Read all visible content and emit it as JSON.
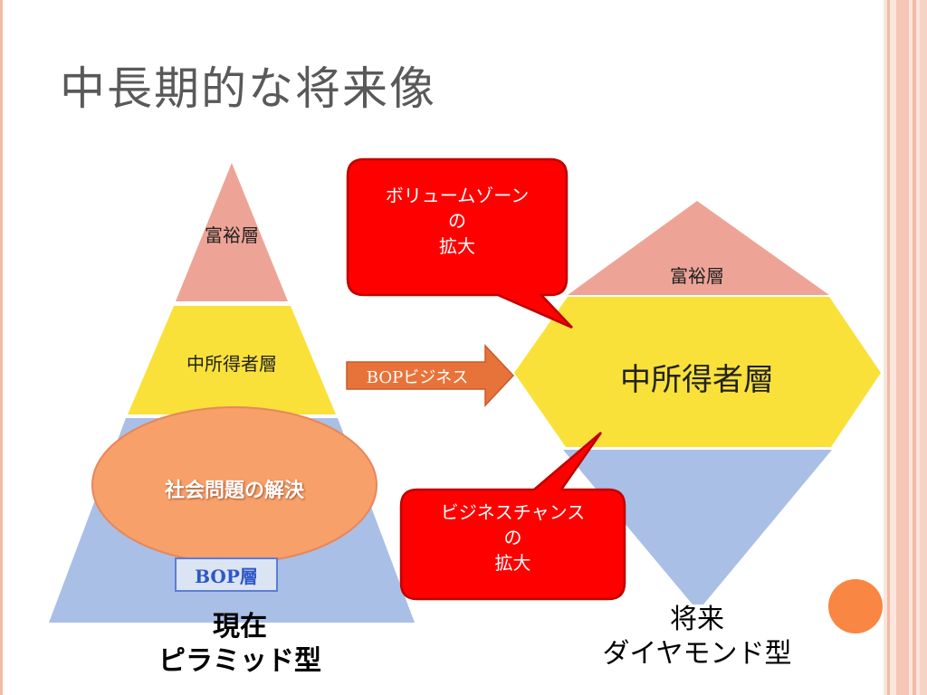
{
  "slide": {
    "title": "中長期的な将来像"
  },
  "current_pyramid": {
    "top_layer_label": "富裕層",
    "middle_layer_label": "中所得者層",
    "bottom_layer_label": "BOP層",
    "caption_line1": "現在",
    "caption_line2": "ピラミッド型"
  },
  "social_issue_ellipse": {
    "label": "社会問題の解決"
  },
  "transition_arrow": {
    "label": "BOPビジネス"
  },
  "future_diamond": {
    "top_layer_label": "富裕層",
    "middle_layer_label": "中所得者層",
    "caption_line1": "将来",
    "caption_line2": "ダイヤモンド型"
  },
  "callout_top": {
    "line1": "ボリュームゾーン",
    "line2": "の",
    "line3": "拡大"
  },
  "callout_bottom": {
    "line1": "ビジネスチャンス",
    "line2": "の",
    "line3": "拡大"
  },
  "colors": {
    "rich_layer": "#eda497",
    "middle_layer": "#f9e13a",
    "bop_layer": "#a9bfe6",
    "callout_fill": "#ff0000",
    "callout_border": "#c00000",
    "arrow_fill": "#e8733a",
    "ellipse_fill": "#f7a06a",
    "orange_dot": "#f98643"
  }
}
